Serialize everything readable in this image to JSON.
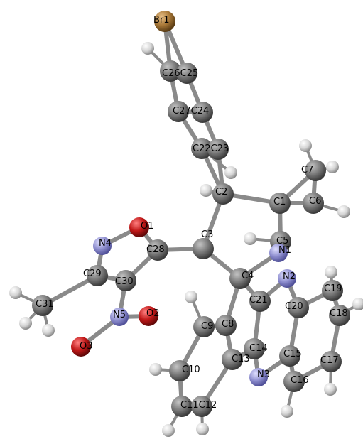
{
  "colors": {
    "C": "#6f6f6f",
    "H": "#d8d8d8",
    "N": "#8c8cd0",
    "O": "#b01414",
    "Br": "#a07832",
    "bond": "#8a8a8a",
    "background": "#ffffff"
  },
  "labels": [
    "Br1",
    "C26C25",
    "C27C24",
    "C22C23",
    "C2",
    "C7",
    "C1",
    "C6",
    "O1",
    "N4",
    "C28",
    "C3",
    "C5",
    "N1",
    "C29",
    "C30",
    "C4",
    "N2",
    "C19",
    "C21",
    "C20",
    "C31",
    "N5",
    "O2",
    "C18",
    "C9",
    "C8",
    "O3",
    "C14",
    "C15",
    "C13",
    "C17",
    "N3",
    "C16",
    "C10",
    "C11C12"
  ]
}
